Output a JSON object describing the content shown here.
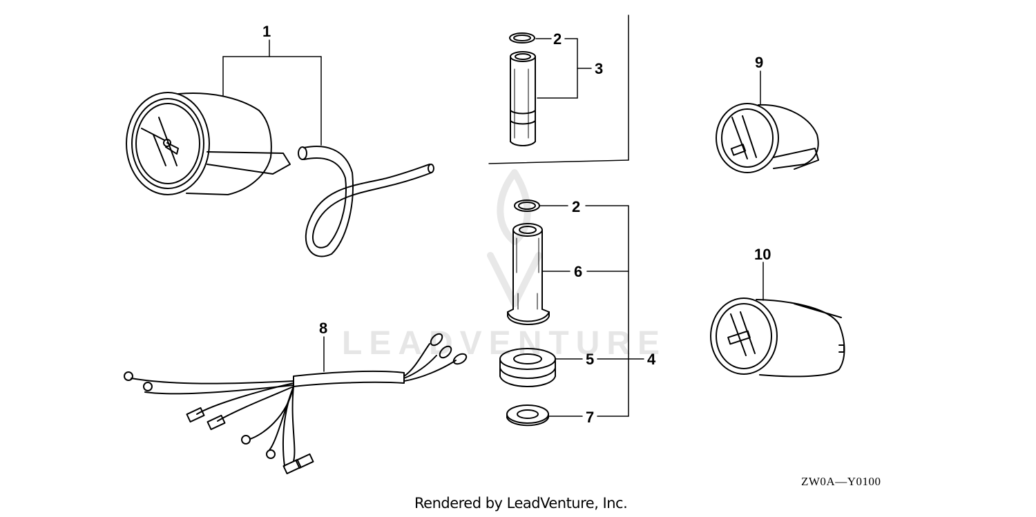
{
  "watermark": {
    "text": "LEADVENTURE"
  },
  "callouts": {
    "c1": "1",
    "c2a": "2",
    "c3": "3",
    "c9": "9",
    "c2b": "2",
    "c6": "6",
    "c10": "10",
    "c8": "8",
    "c5": "5",
    "c4": "4",
    "c7": "7"
  },
  "diagram_code": "ZW0A—Y0100",
  "credit": "Rendered by LeadVenture, Inc.",
  "colors": {
    "line": "#000000",
    "background": "#ffffff",
    "watermark": "#e6e6e6"
  }
}
